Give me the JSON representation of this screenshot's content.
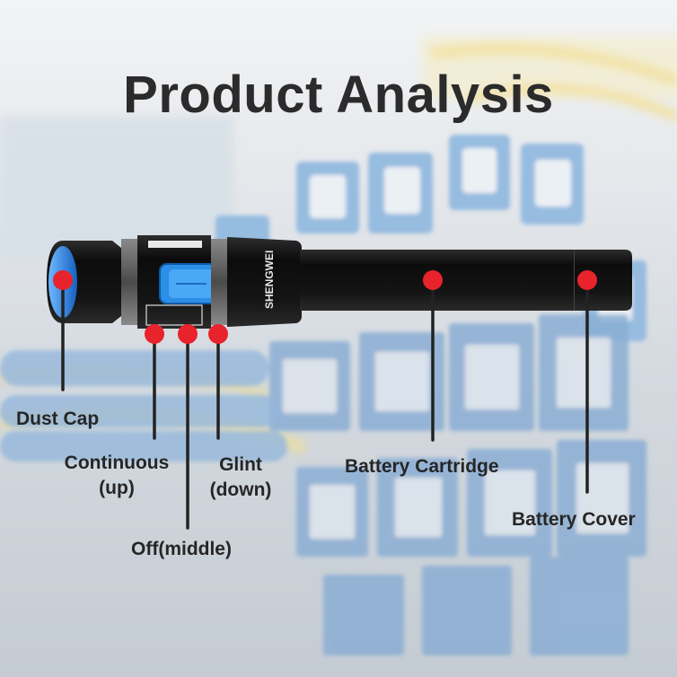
{
  "title": "Product Analysis",
  "brand": "SHENGWEI",
  "colors": {
    "marker": "#e8232b",
    "title": "#2b2b2b",
    "label": "#262626",
    "slider": "#2b8fe8",
    "pen_body": "#141414"
  },
  "callouts": {
    "dust_cap": "Dust Cap",
    "continuous": "Continuous\n(up)",
    "off_middle": "Off(middle)",
    "glint": "Glint\n(down)",
    "battery_cartridge": "Battery Cartridge",
    "battery_cover": "Battery Cover"
  }
}
